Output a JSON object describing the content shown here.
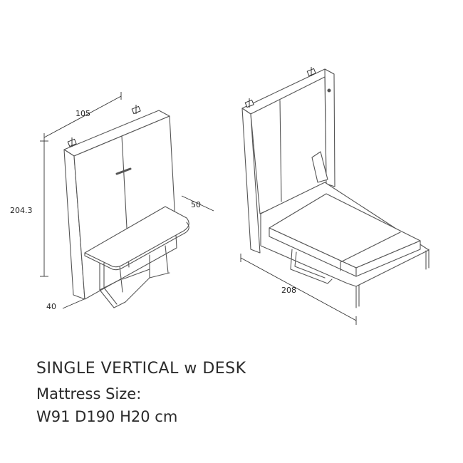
{
  "diagram": {
    "stroke_color": "#555555",
    "fill_color": "#ffffff",
    "desk_unit": {
      "width_label": "105",
      "height_label": "204.3",
      "depth_label": "40",
      "desk_depth_label": "50"
    },
    "bed_unit": {
      "length_label": "208"
    }
  },
  "caption": {
    "title": "SINGLE VERTICAL w DESK",
    "mattress_label": "Mattress Size:",
    "mattress_value": "W91 D190 H20 cm"
  }
}
